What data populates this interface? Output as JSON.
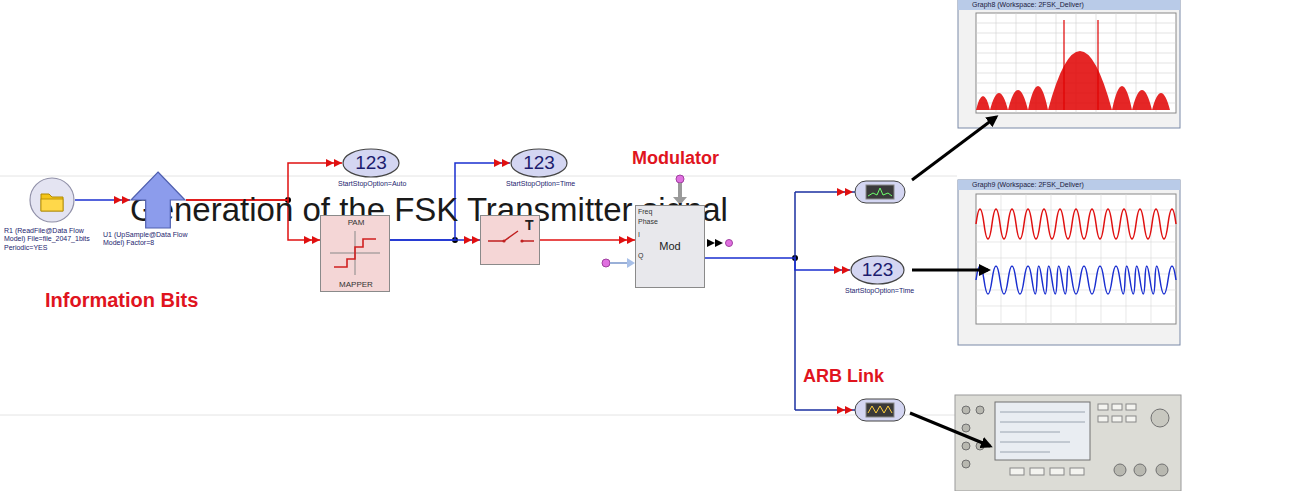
{
  "diagram": {
    "title": "Generation of the FSK Transmitter signal",
    "nodes": [
      {
        "text": [
          "R1 (ReadFile@Data Flow Model) File=file_2047_1bits Periodic=YES"
        ]
      },
      {
        "text": [
          "U1 (UpSample@Data Flow Model) Factor=8"
        ]
      },
      {
        "text": [
          "123",
          "StartStopOption=Auto"
        ]
      },
      {
        "text": [
          "PAM",
          "MAPPER"
        ]
      },
      {
        "text": [
          "123",
          "StartStopOption=Time"
        ]
      },
      {
        "text": [
          "T"
        ]
      },
      {
        "text": [
          "Mod"
        ]
      },
      {
        "text": [
          "123",
          "StartStopOption=Time"
        ]
      }
    ],
    "edges": [
      {
        "from": 0,
        "to": 1,
        "arrow": "to"
      },
      {
        "from": 1,
        "to": 2,
        "arrow": "to"
      },
      {
        "from": 1,
        "to": 3,
        "arrow": "to"
      },
      {
        "from": 3,
        "to": 4,
        "arrow": "to"
      },
      {
        "from": 3,
        "to": 5,
        "arrow": "to"
      },
      {
        "from": 5,
        "to": 6,
        "arrow": "to"
      },
      {
        "from": 6,
        "to": 7,
        "arrow": "to"
      }
    ],
    "labels": [
      "Information Bits",
      "Modulator",
      "ARB Link",
      "Freq",
      "Phase",
      "I",
      "Q",
      "Graph8 (Workspace: 2FSK_Deliver)",
      "Graph9 (Workspace: 2FSK_Deliver)"
    ]
  }
}
